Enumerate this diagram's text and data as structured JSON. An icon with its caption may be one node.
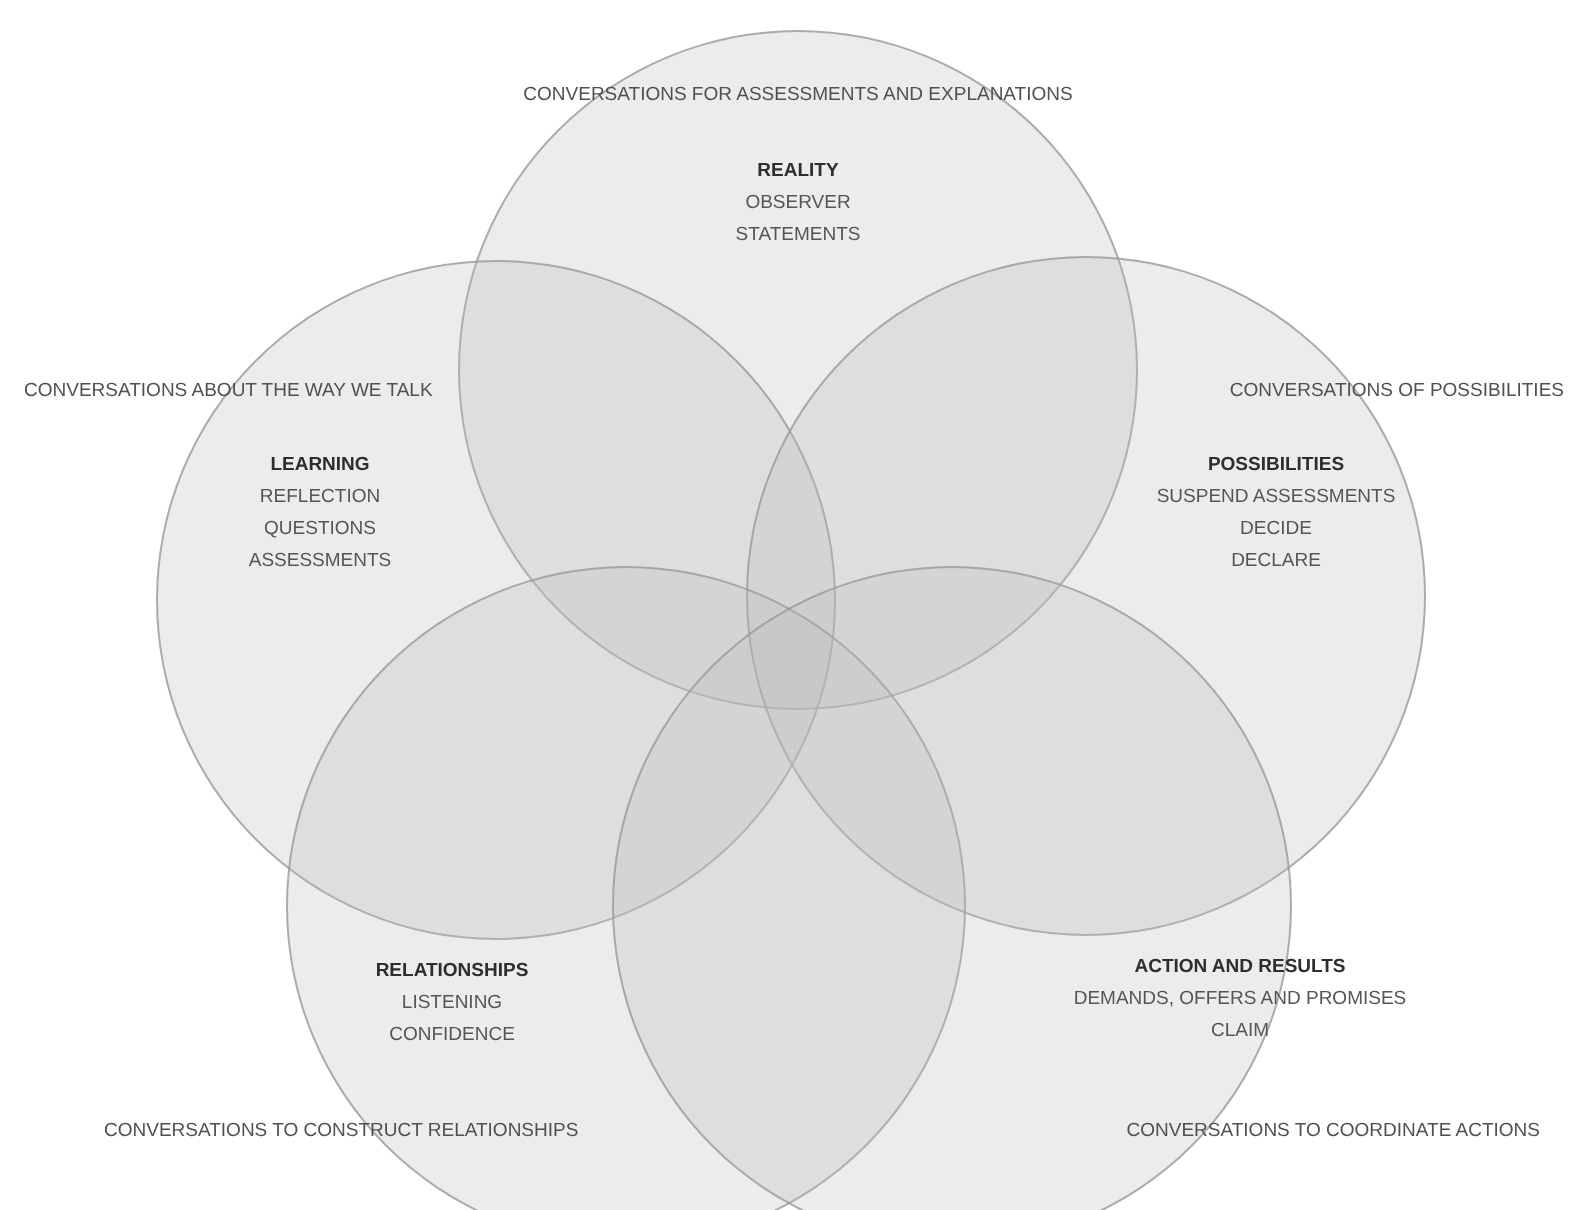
{
  "diagram": {
    "nodes": [
      {
        "text": [
          "CONVERSATIONS FOR ASSESSMENTS AND EXPLANATIONS",
          "REALITY",
          "OBSERVER",
          "STATEMENTS"
        ]
      },
      {
        "text": [
          "CONVERSATIONS ABOUT THE WAY WE TALK",
          "LEARNING",
          "REFLECTION",
          "QUESTIONS",
          "ASSESSMENTS"
        ]
      },
      {
        "text": [
          "CONVERSATIONS OF POSSIBILITIES",
          "POSSIBILITIES",
          "SUSPEND ASSESSMENTS",
          "DECIDE",
          "DECLARE"
        ]
      },
      {
        "text": [
          "RELATIONSHIPS",
          "LISTENING",
          "CONFIDENCE",
          "CONVERSATIONS TO CONSTRUCT RELATIONSHIPS"
        ]
      },
      {
        "text": [
          "ACTION AND RESULTS",
          "DEMANDS, OFFERS AND PROMISES",
          "CLAIM",
          "CONVERSATIONS TO COORDINATE ACTIONS"
        ]
      }
    ]
  }
}
